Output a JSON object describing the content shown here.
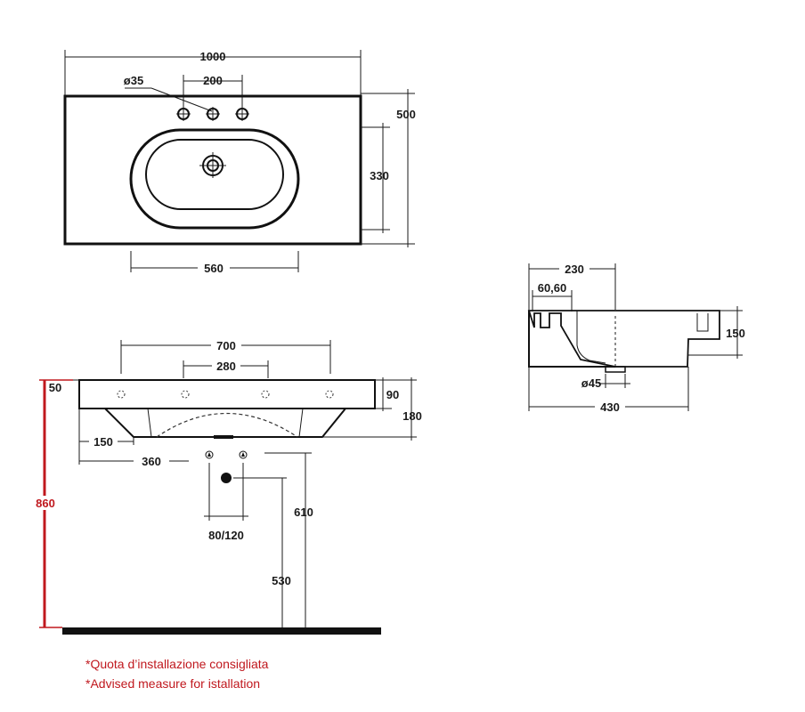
{
  "top_view": {
    "width": "1000",
    "depth": "500",
    "bowl_depth": "330",
    "bowl_width": "560",
    "tap_hole_dia": "ø35",
    "tap_spacing": "200"
  },
  "front_view": {
    "overall": "700",
    "inner": "280",
    "top_thickness": "50",
    "rim_height": "90",
    "total_height": "180",
    "leg_offset": "150",
    "center_offset": "360",
    "supply_spacing": "80/120",
    "supply_height": "610",
    "drain_height": "530",
    "install_height": "860"
  },
  "side_view": {
    "top_width": "230",
    "edge_dims": "60,60",
    "height": "150",
    "drain_dia": "ø45",
    "depth": "430"
  },
  "notes": {
    "line1": "*Quota d’installazione consigliata",
    "line2": "*Advised measure for istallation"
  },
  "colors": {
    "lines": "#1a1a1a",
    "accent_red": "#c0181e"
  }
}
